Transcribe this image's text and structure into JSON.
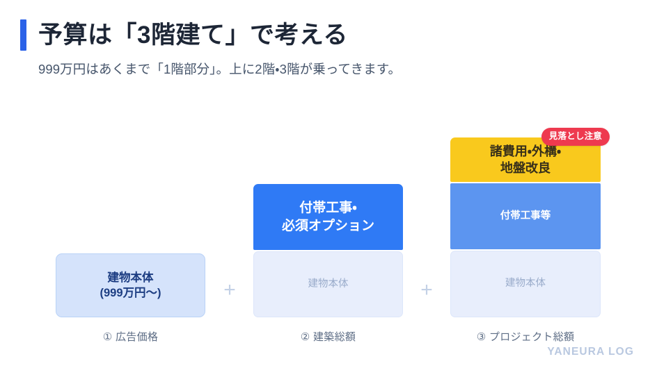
{
  "header": {
    "title": "予算は「3階建て」で考える",
    "subtitle": "999万円はあくまで「1階部分」。上に2階・3階が乗ってきます。",
    "accent_color": "#2b62e8"
  },
  "diagram": {
    "operator": "+",
    "columns": [
      {
        "caption": "① 広告価格",
        "layers": [
          {
            "name": "building-body",
            "line1": "建物本体",
            "line2": "(999万円〜)",
            "style": "base-solo",
            "color": "#d5e3fb",
            "text_color": "#1c3d82",
            "height": 92
          }
        ]
      },
      {
        "caption": "② 建築総額",
        "layers": [
          {
            "name": "incidental-works-options",
            "line1": "付帯工事・",
            "line2": "必須オプション",
            "style": "mid-strong",
            "color": "#2f7af5",
            "text_color": "#ffffff",
            "height": 95
          },
          {
            "name": "building-body",
            "line1": "建物本体",
            "line2": "",
            "style": "base",
            "color": "#e8eefc",
            "text_color": "#9aaccb",
            "height": 95
          }
        ]
      },
      {
        "caption": "③ プロジェクト総額",
        "layers": [
          {
            "name": "misc-exterior-ground",
            "line1": "諸費用・外構・",
            "line2": "地盤改良",
            "style": "top-warn",
            "color": "#f9c91d",
            "text_color": "#38301a",
            "height": 64,
            "badge": "見落とし注意",
            "badge_color": "#ee3a4f"
          },
          {
            "name": "incidental-works",
            "line1": "付帯工事等",
            "line2": "",
            "style": "mid-soft",
            "color": "#5c95f0",
            "text_color": "#ffffff",
            "height": 95
          },
          {
            "name": "building-body",
            "line1": "建物本体",
            "line2": "",
            "style": "base",
            "color": "#e8eefc",
            "text_color": "#9aaccb",
            "height": 96
          }
        ]
      }
    ]
  },
  "footer": {
    "watermark": "YANEURA LOG"
  }
}
